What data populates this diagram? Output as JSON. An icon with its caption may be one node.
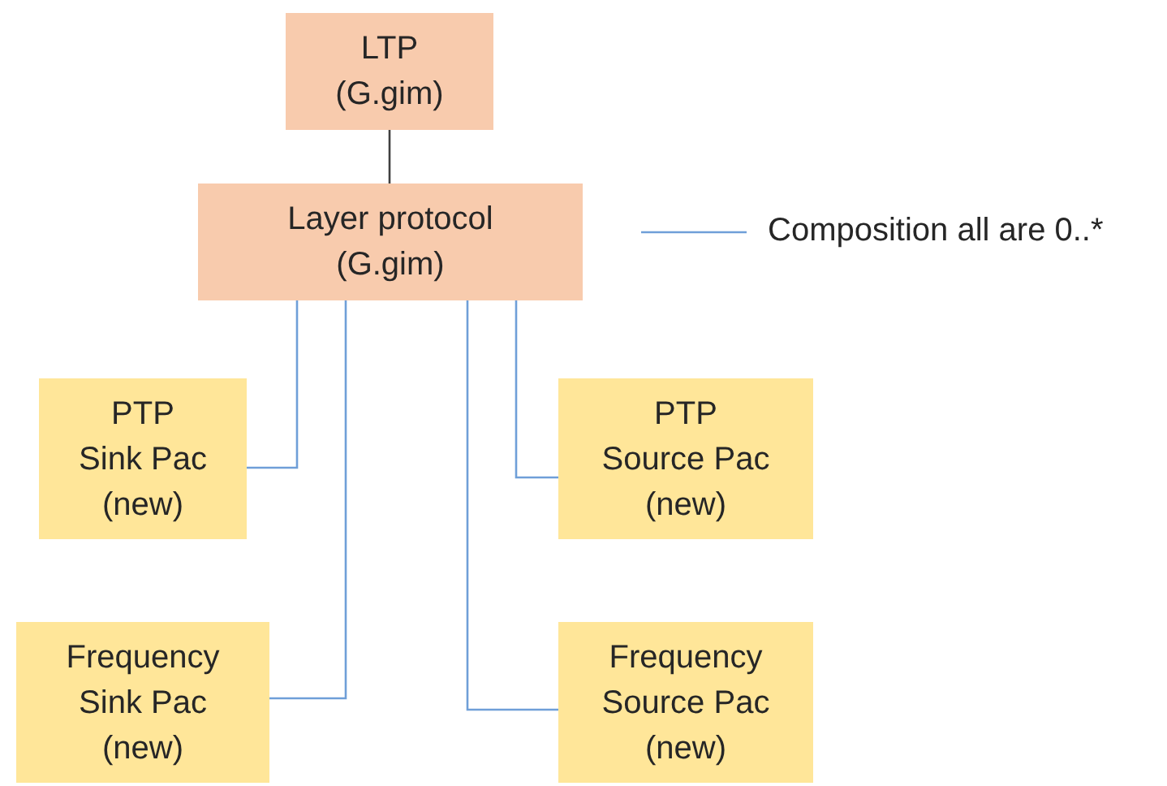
{
  "diagram": {
    "nodes": [
      {
        "text": [
          "LTP (G.gim)"
        ]
      },
      {
        "text": [
          "Layer protocol (G.gim)"
        ]
      },
      {
        "text": [
          "PTP Sink Pac (new)"
        ]
      },
      {
        "text": [
          "PTP Source Pac (new)"
        ]
      },
      {
        "text": [
          "Frequency Sink Pac (new)"
        ]
      },
      {
        "text": [
          "Frequency Source Pac (new)"
        ]
      }
    ],
    "edges": [
      {
        "from": 0,
        "to": 1,
        "arrow": "none",
        "color": "#404040"
      },
      {
        "from": 1,
        "to": 2,
        "arrow": "none"
      },
      {
        "from": 1,
        "to": 4,
        "arrow": "none"
      },
      {
        "from": 1,
        "to": 5,
        "arrow": "none"
      },
      {
        "from": 1,
        "to": 3,
        "arrow": "none"
      }
    ],
    "legend": [
      {
        "text": "Composition all are 0..*"
      }
    ]
  }
}
